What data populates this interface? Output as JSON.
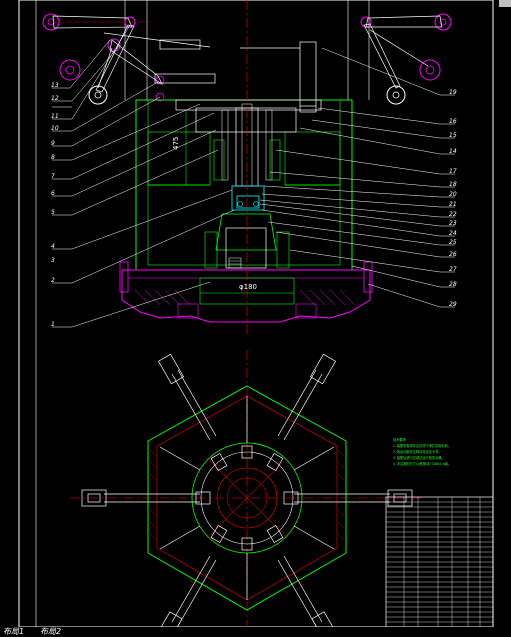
{
  "layout_tabs": [
    "布局1",
    "布局2"
  ],
  "dimension_label": "φ180",
  "callouts_left": [
    "13",
    "12",
    "11",
    "10",
    "9",
    "8",
    "7",
    "6",
    "5",
    "4",
    "3",
    "2",
    "1"
  ],
  "callouts_right": [
    "19",
    "16",
    "15",
    "14",
    "17",
    "18",
    "20",
    "21",
    "22",
    "23",
    "24",
    "25",
    "26",
    "27",
    "28",
    "29"
  ],
  "notes": {
    "title": "技术要求",
    "lines": [
      "1.装配前各零件应清洗干净并去除毛刺。",
      "2.各运动部件应转动灵活无卡滞。",
      "3.装配后进行空载试运行检查合格。",
      "4.未注明的尺寸公差按GB/T1804-m级。"
    ]
  },
  "table": {
    "rows": 26
  },
  "colors": {
    "background": "#000000",
    "frame": "#ffffff",
    "outline": "#00ff00",
    "center_line": "#ff0000",
    "base": "#ff00ff",
    "hatch": "#ff0000"
  }
}
